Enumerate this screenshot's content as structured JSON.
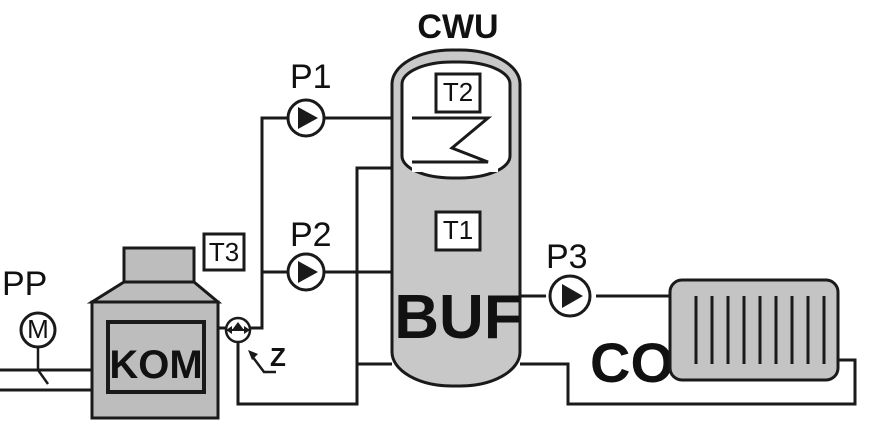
{
  "labels": {
    "cwu": "CWU",
    "pp": "PP",
    "motor": "M",
    "kom": "KOM",
    "t3": "T3",
    "z": "Z",
    "p1": "P1",
    "p2": "P2",
    "p3": "P3",
    "t2": "T2",
    "t1": "T1",
    "buf": "BUF",
    "co": "CO"
  },
  "colors": {
    "line": "#1a1a1a",
    "boiler_fill": "#bdbdbd",
    "tank_fill": "#c8c8c8",
    "radiator_fill": "#c4c4c4"
  }
}
